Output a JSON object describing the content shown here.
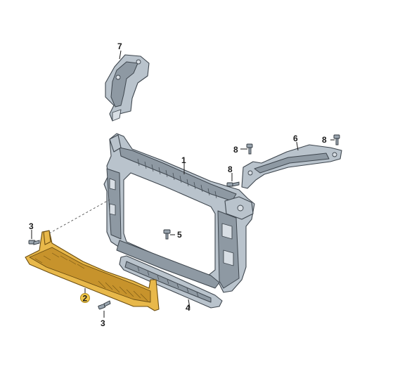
{
  "callouts": {
    "c1": "1",
    "c2": "2",
    "c3a": "3",
    "c3b": "3",
    "c4": "4",
    "c5": "5",
    "c6": "6",
    "c7": "7",
    "c8a": "8",
    "c8b": "8",
    "c8c": "8"
  },
  "colors": {
    "highlight_part": "#e8b84a",
    "highlight_badge": "#f2c94c",
    "part_gray": "#b9c3cc",
    "outline": "#3e464e"
  }
}
